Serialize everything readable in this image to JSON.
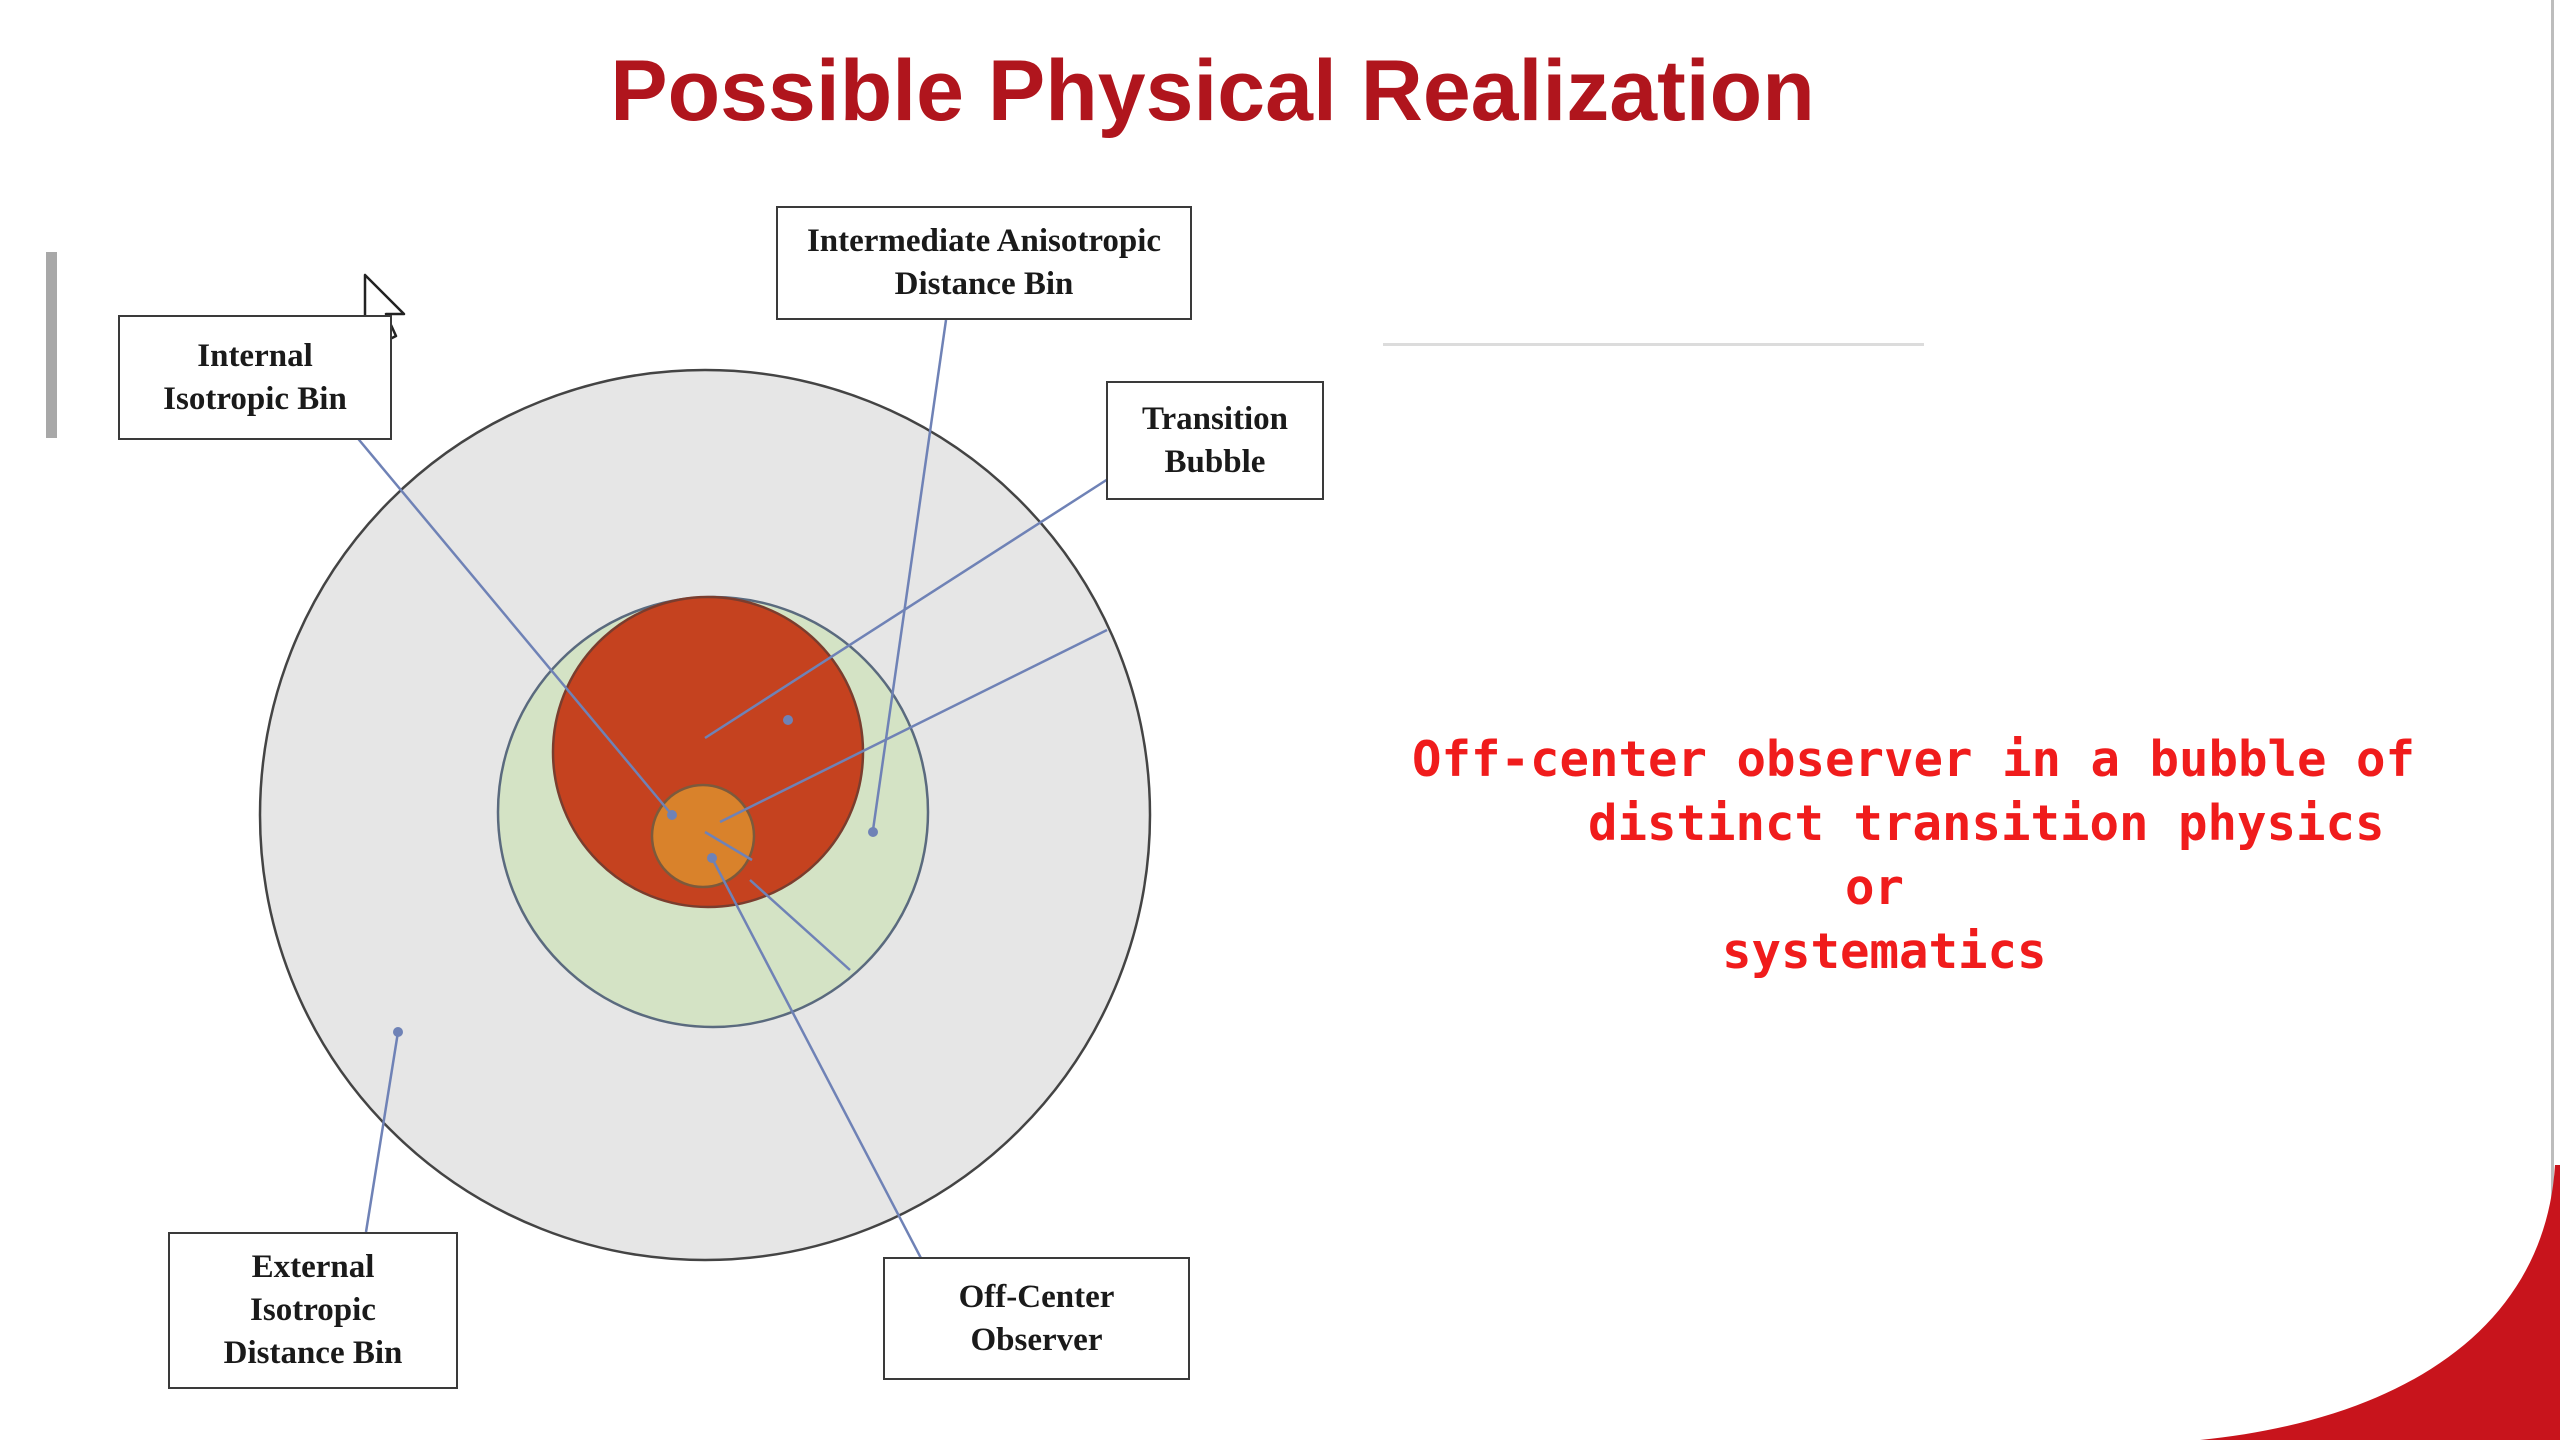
{
  "slide": {
    "title": "Possible Physical Realization"
  },
  "diagram": {
    "labels": {
      "internal_isotropic_bin": "Internal\nIsotropic Bin",
      "intermediate_anisotropic_bin": "Intermediate Anisotropic\nDistance Bin",
      "transition_bubble": "Transition\nBubble",
      "external_isotropic_bin": "External\nIsotropic\nDistance Bin",
      "off_center_observer": "Off-Center\nObserver"
    },
    "colors": {
      "external_bin": "#e6e6e6",
      "intermediate_bin": "#d4e3c5",
      "transition_bubble": "#c5421f",
      "internal_bin": "#d9822b",
      "pointer_lines": "#6f82b6",
      "accent_swoosh": "#c8141c"
    }
  },
  "side_text": {
    "line1": "Off-center observer in a bubble of",
    "line2": "distinct transition physics",
    "line3": "or",
    "line4": "systematics"
  },
  "icons": {
    "cursor": "mouse-cursor-icon"
  }
}
